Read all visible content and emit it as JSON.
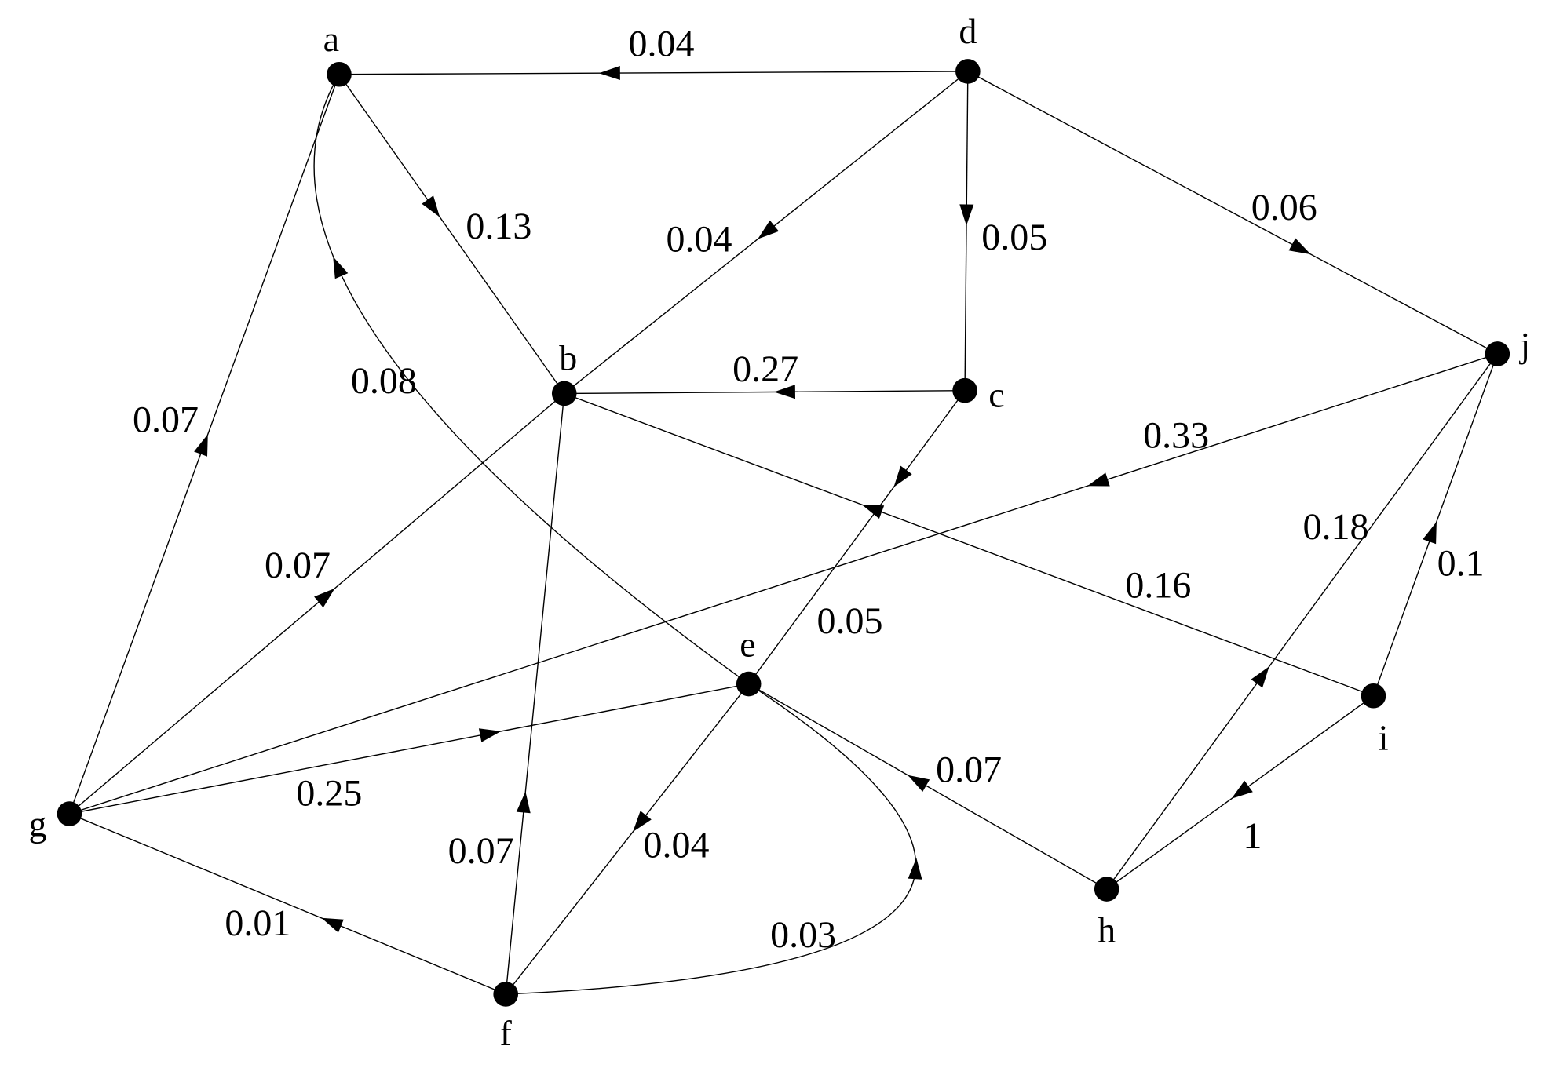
{
  "diagram": {
    "type": "weighted directed graph",
    "nodes": [
      {
        "id": "a",
        "label": "a"
      },
      {
        "id": "b",
        "label": "b"
      },
      {
        "id": "c",
        "label": "c"
      },
      {
        "id": "d",
        "label": "d"
      },
      {
        "id": "e",
        "label": "e"
      },
      {
        "id": "f",
        "label": "f"
      },
      {
        "id": "g",
        "label": "g"
      },
      {
        "id": "h",
        "label": "h"
      },
      {
        "id": "i",
        "label": "i"
      },
      {
        "id": "j",
        "label": "j"
      }
    ],
    "edges": [
      {
        "id": "d-a",
        "from": "d",
        "to": "a",
        "weight": "0.04"
      },
      {
        "id": "a-b",
        "from": "a",
        "to": "b",
        "weight": "0.13"
      },
      {
        "id": "d-b",
        "from": "d",
        "to": "b",
        "weight": "0.04"
      },
      {
        "id": "d-c",
        "from": "d",
        "to": "c",
        "weight": "0.05"
      },
      {
        "id": "d-j",
        "from": "d",
        "to": "j",
        "weight": "0.06"
      },
      {
        "id": "g-a",
        "from": "g",
        "to": "a",
        "weight": "0.07"
      },
      {
        "id": "e-a",
        "from": "e",
        "to": "a",
        "weight": "0.08"
      },
      {
        "id": "c-b",
        "from": "c",
        "to": "b",
        "weight": "0.27"
      },
      {
        "id": "c-e",
        "from": "c",
        "to": "e",
        "weight": "0.05"
      },
      {
        "id": "i-b",
        "from": "i",
        "to": "b",
        "weight": "0.16"
      },
      {
        "id": "j-g",
        "from": "j",
        "to": "g",
        "weight": "0.33"
      },
      {
        "id": "g-b",
        "from": "g",
        "to": "b",
        "weight": "0.07"
      },
      {
        "id": "h-j",
        "from": "h",
        "to": "j",
        "weight": "0.18"
      },
      {
        "id": "i-j",
        "from": "i",
        "to": "j",
        "weight": "0.1"
      },
      {
        "id": "g-e",
        "from": "g",
        "to": "e",
        "weight": "0.25"
      },
      {
        "id": "h-e",
        "from": "h",
        "to": "e",
        "weight": "0.07"
      },
      {
        "id": "i-h",
        "from": "i",
        "to": "h",
        "weight": "1"
      },
      {
        "id": "f-b",
        "from": "f",
        "to": "b",
        "weight": "0.07"
      },
      {
        "id": "e-f",
        "from": "e",
        "to": "f",
        "weight": "0.04"
      },
      {
        "id": "f-g",
        "from": "f",
        "to": "g",
        "weight": "0.01"
      },
      {
        "id": "f-e",
        "from": "f",
        "to": "e",
        "weight": "0.03"
      }
    ]
  }
}
